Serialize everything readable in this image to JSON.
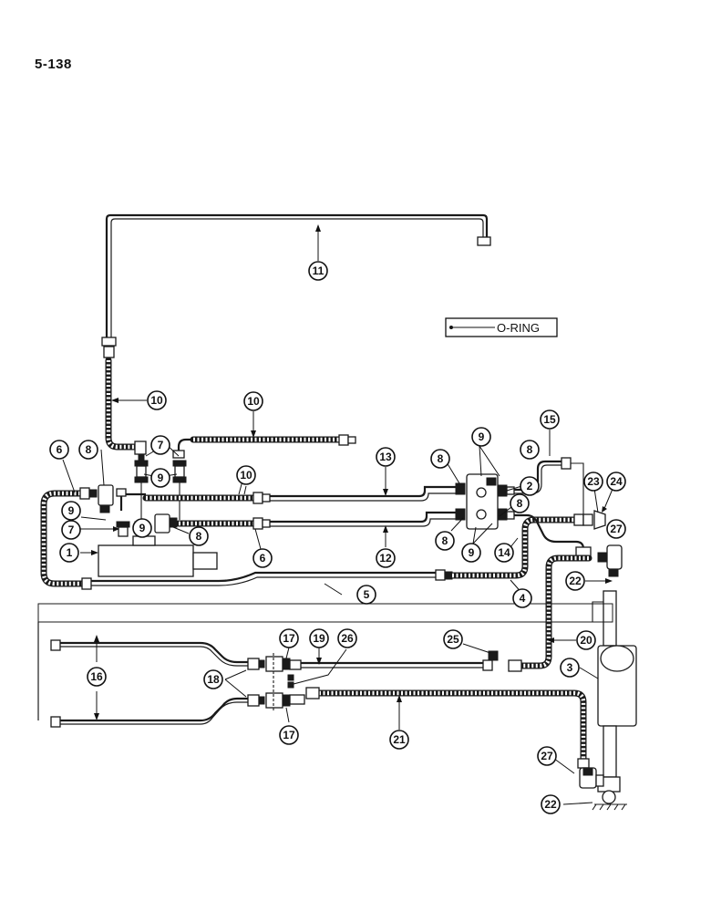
{
  "page_number": "5-138",
  "legend": {
    "label": "O-RING"
  },
  "callouts": {
    "c1": "1",
    "c2": "2",
    "c3": "3",
    "c4": "4",
    "c5": "5",
    "c6a": "6",
    "c6b": "6",
    "c7a": "7",
    "c7b": "7",
    "c8a": "8",
    "c8b": "8",
    "c8c": "8",
    "c8d": "8",
    "c8e": "8",
    "c8f": "8",
    "c9a": "9",
    "c9b": "9",
    "c9c": "9",
    "c9d": "9",
    "c9e": "9",
    "c10a": "10",
    "c10b": "10",
    "c10c": "10",
    "c11": "11",
    "c12": "12",
    "c13": "13",
    "c14": "14",
    "c15": "15",
    "c16": "16",
    "c17a": "17",
    "c17b": "17",
    "c18": "18",
    "c19": "19",
    "c20": "20",
    "c21": "21",
    "c22a": "22",
    "c22b": "22",
    "c23": "23",
    "c24": "24",
    "c25": "25",
    "c26": "26",
    "c27a": "27",
    "c27b": "27"
  },
  "colors": {
    "line": "#1a1a1a",
    "background": "#ffffff"
  }
}
